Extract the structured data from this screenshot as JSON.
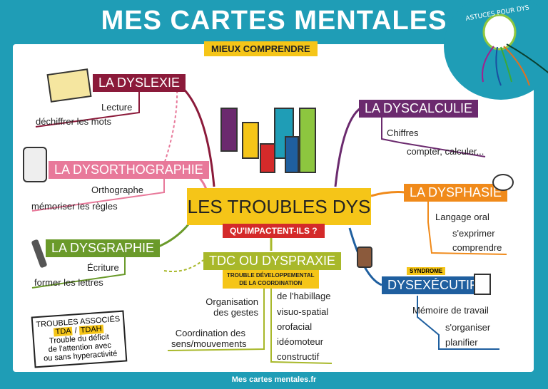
{
  "title": "MES CARTES MENTALES",
  "subtitle": "MIEUX COMPRENDRE",
  "badge": {
    "text": "ASTUCES POUR DYS"
  },
  "center": {
    "title": "LES TROUBLES DYS",
    "question": "QU'IMPACTENT-ILS ?"
  },
  "branches": {
    "dyslexie": {
      "label": "LA DYSLEXIE",
      "items": [
        "Lecture",
        "déchiffrer les mots"
      ],
      "color": "#8b1a3a"
    },
    "dysorthographie": {
      "label": "LA DYSORTHOGRAPHIE",
      "items": [
        "Orthographe",
        "mémoriser les règles"
      ],
      "color": "#e8799a"
    },
    "dysgraphie": {
      "label": "LA DYSGRAPHIE",
      "items": [
        "Écriture",
        "former les lettres"
      ],
      "color": "#6a9a2a"
    },
    "dyscalculie": {
      "label": "LA DYSCALCULIE",
      "items": [
        "Chiffres",
        "compter, calculer..."
      ],
      "color": "#6b2a6e"
    },
    "dysphasie": {
      "label": "LA DYSPHASIE",
      "items": [
        "Langage oral",
        "s'exprimer",
        "comprendre"
      ],
      "color": "#f08a1a"
    },
    "dysexecutif": {
      "tag": "SYNDROME",
      "label": "DYSEXÉCUTIF",
      "items": [
        "Mémoire de travail",
        "s'organiser",
        "planifier"
      ],
      "color": "#1f5f9f"
    },
    "tdc": {
      "label": "TDC OU DYSPRAXIE",
      "sub1": "TROUBLE DÉVELOPPEMENTAL",
      "sub2": "DE LA COORDINATION",
      "left": [
        "Organisation",
        "des gestes",
        "Coordination des",
        "sens/mouvements"
      ],
      "right": [
        "de l'habillage",
        "visuo-spatial",
        "orofacial",
        "idéomoteur",
        "constructif"
      ],
      "color": "#a8b82a"
    }
  },
  "note": {
    "title": "TROUBLES ASSOCIÉS",
    "tda": "TDA",
    "sep": "/",
    "tdah": "TDAH",
    "l1": "Trouble du déficit",
    "l2": "de l'attention avec",
    "l3": "ou sans hyperactivité"
  },
  "footer": "Mes cartes mentales.fr"
}
